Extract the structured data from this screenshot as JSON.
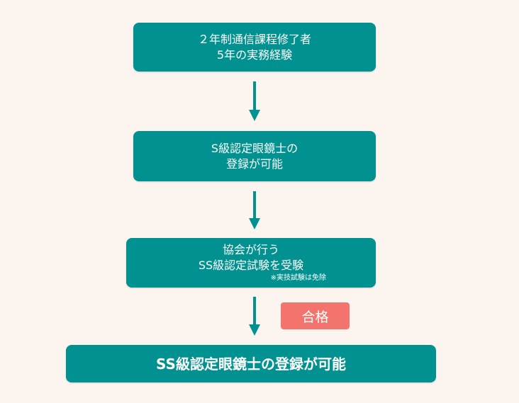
{
  "steps": [
    {
      "line1": "２年制通信課程修了者",
      "line2": "5年の実務経験"
    },
    {
      "line1": "S級認定眼鏡士の",
      "line2": "登録が可能"
    },
    {
      "line1": "協会が行う",
      "line2": "SS級認定試験を受験",
      "note": "※実技試験は免除"
    }
  ],
  "pass_label": "合格",
  "final": "SS級認定眼鏡士の登録が可能",
  "colors": {
    "teal": "#009190",
    "pass": "#f2746d",
    "background": "#fcf5ef"
  }
}
